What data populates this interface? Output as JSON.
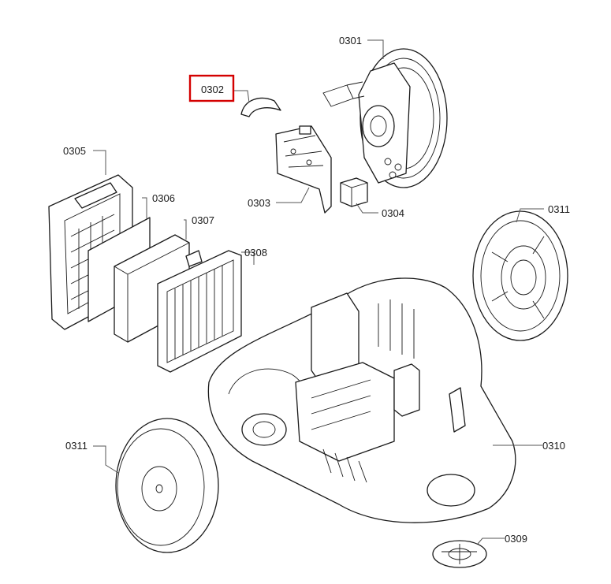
{
  "diagram": {
    "highlight_color": "#d40000",
    "highlighted_label": "0302",
    "labels": {
      "p0301": "0301",
      "p0302": "0302",
      "p0303": "0303",
      "p0304": "0304",
      "p0305": "0305",
      "p0306": "0306",
      "p0307": "0307",
      "p0308": "0308",
      "p0309": "0309",
      "p0310": "0310",
      "p0311a": "0311",
      "p0311b": "0311"
    }
  }
}
